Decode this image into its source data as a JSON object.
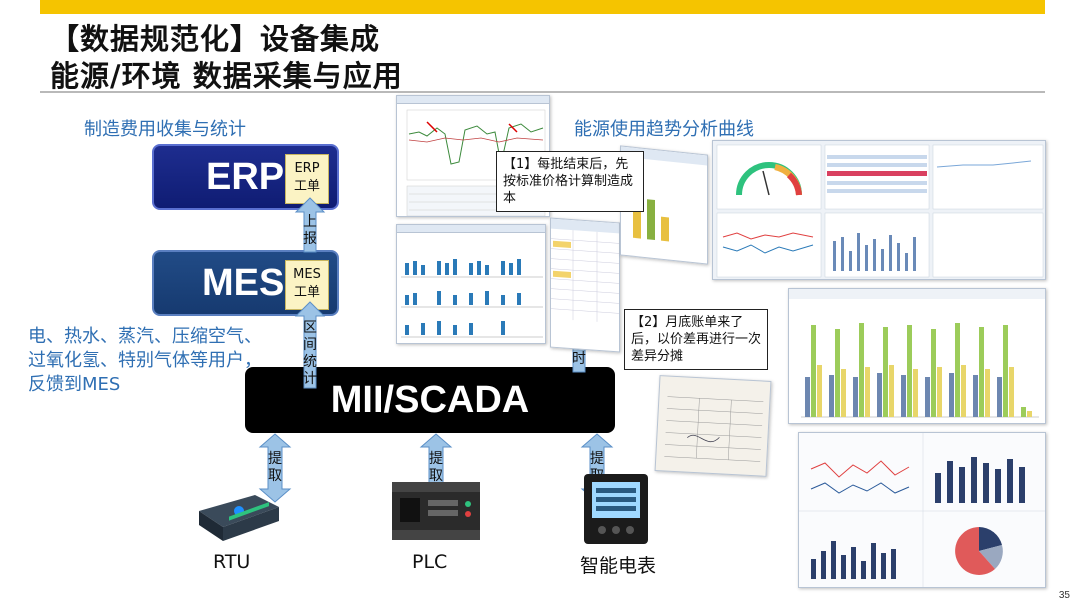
{
  "header": {
    "title_line1": "【数据规范化】设备集成",
    "title_line2": "能源/环境 数据采集与应用",
    "accent_color": "#f5c400"
  },
  "labels": {
    "cost_collection": "制造费用收集与统计",
    "energy_trend": "能源使用趋势分析曲线"
  },
  "systems": {
    "erp": {
      "name": "ERP",
      "tag": "ERP\n工单"
    },
    "mes": {
      "name": "MES",
      "tag": "MES\n工单"
    },
    "mii": {
      "name": "MII/SCADA"
    }
  },
  "arrows": {
    "report": "上\n报",
    "interval_stats": "区\n间\n统\n计",
    "timely": "及\n时",
    "extract": "提\n取"
  },
  "left_description": "电、热水、蒸汽、压缩空气、过氧化氢、特别气体等用户，反馈到MES",
  "devices": [
    {
      "name": "RTU",
      "icon": "rtu-icon"
    },
    {
      "name": "PLC",
      "icon": "plc-icon"
    },
    {
      "name": "智能电表",
      "icon": "smart-meter-icon"
    }
  ],
  "callouts": {
    "c1": "【1】每批结束后，先按标准价格计算制造成本",
    "c2": "【2】月底账单来了后，以价差再进行一次差异分摊"
  },
  "page_number": "35",
  "colors": {
    "erp": "#1a2a8a",
    "mes": "#1c4480",
    "arrow_fill": "#9cc3e6",
    "label_blue": "#2f6fb3"
  }
}
